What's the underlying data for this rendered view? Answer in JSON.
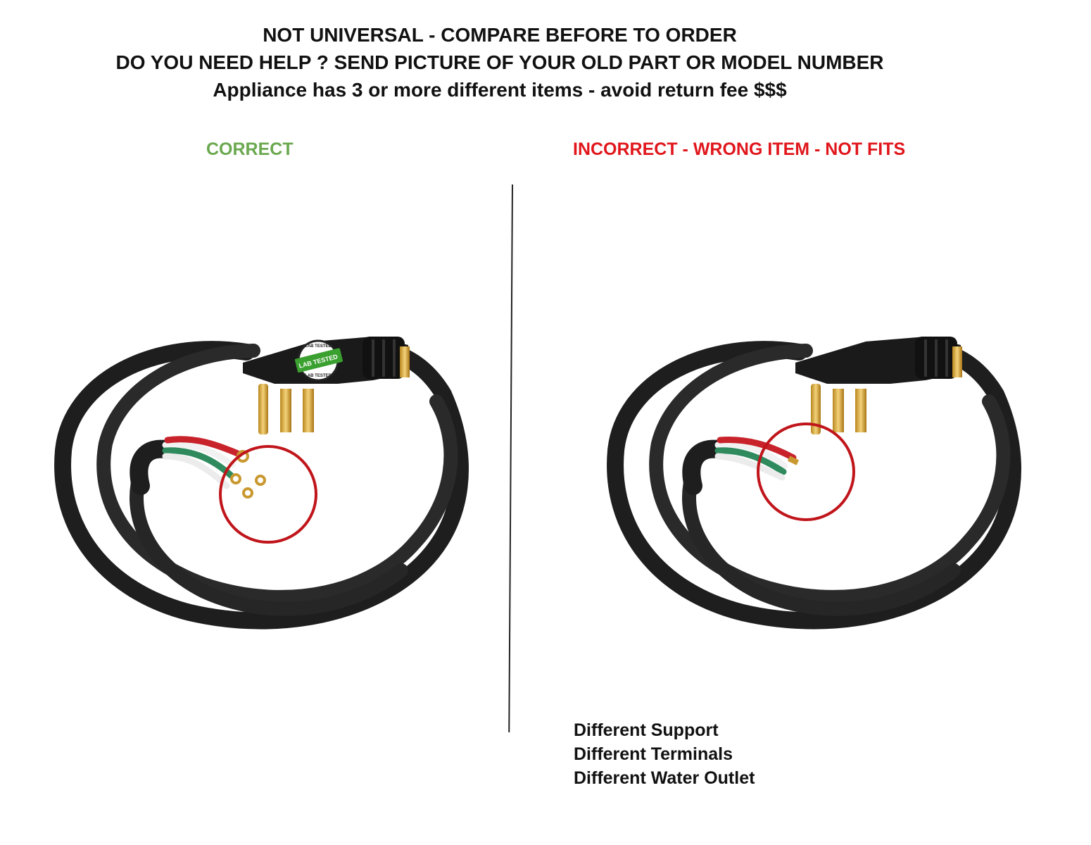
{
  "header": {
    "line1": "NOT UNIVERSAL - COMPARE BEFORE TO ORDER",
    "line2": "DO YOU NEED HELP ? SEND PICTURE OF YOUR OLD PART OR MODEL NUMBER",
    "line3": "Appliance has 3 or more different items  - avoid return fee $$$"
  },
  "labels": {
    "correct": "CORRECT",
    "incorrect": "INCORRECT - WRONG ITEM - NOT FITS"
  },
  "badge": {
    "top": "LAB TESTED",
    "center": "LAB TESTED",
    "bottom": "LAB TESTED"
  },
  "notes": [
    "Different Support",
    "Different Terminals",
    "Different Water Outlet"
  ],
  "colors": {
    "correct": "#6aa84f",
    "incorrect": "#e0161c",
    "highlight_circle": "#c0151b",
    "cord": "#222222",
    "badge_green": "#3aa02f"
  },
  "icons": [
    "power-cord-image",
    "highlight-circle",
    "lab-tested-seal"
  ]
}
